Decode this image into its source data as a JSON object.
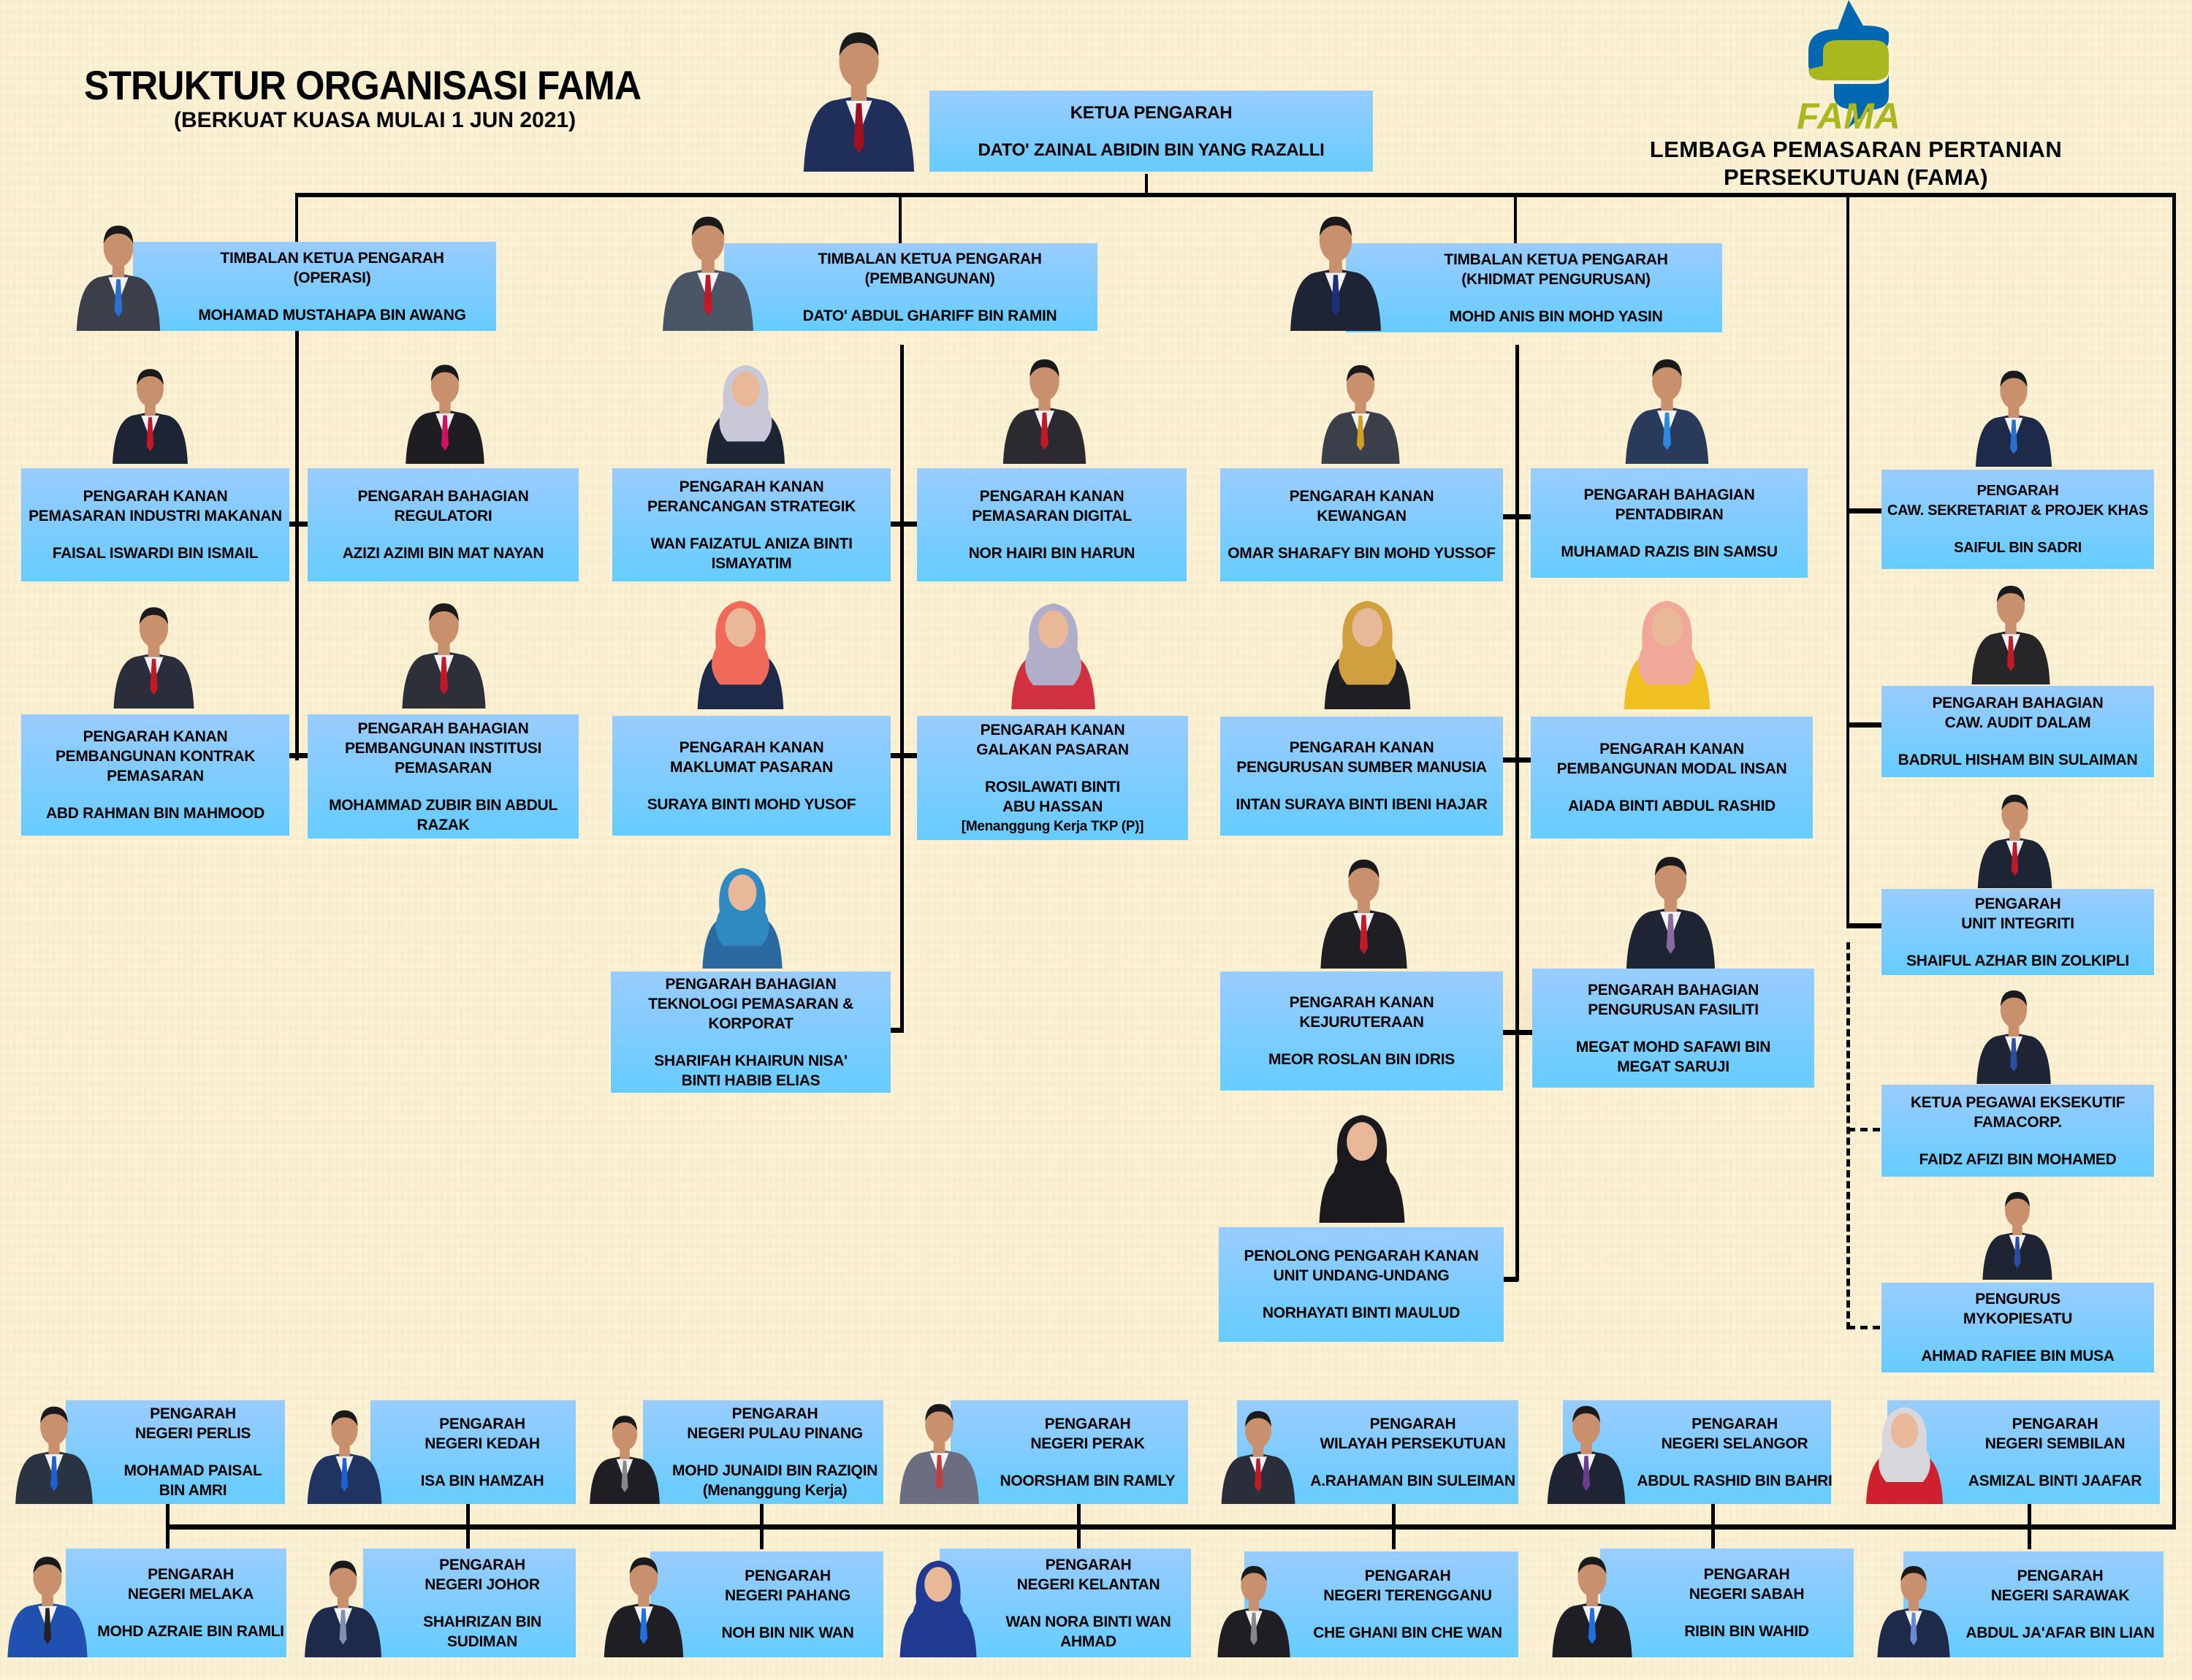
{
  "header": {
    "title": "STRUKTUR ORGANISASI FAMA",
    "subtitle": "(BERKUAT KUASA MULAI 1 JUN 2021)",
    "logo_text": "FAMA",
    "org_name_line1": "LEMBAGA PEMASARAN PERTANIAN",
    "org_name_line2": "PERSEKUTUAN (FAMA)"
  },
  "colors": {
    "box_top": "#99ccff",
    "box_bottom": "#66ccff",
    "logo_blue": "#0068b0",
    "logo_green": "#a8b81e",
    "background": "#fbefd2"
  },
  "cards": [
    {
      "id": "ketua",
      "title": [
        "KETUA PENGARAH"
      ],
      "name": [
        "DATO' ZAINAL ABIDIN BIN YANG RAZALLI"
      ]
    },
    {
      "id": "tkp-operasi",
      "title": [
        "TIMBALAN KETUA PENGARAH",
        "(OPERASI)"
      ],
      "name": [
        "MOHAMAD MUSTAHAPA BIN AWANG"
      ]
    },
    {
      "id": "tkp-pembangunan",
      "title": [
        "TIMBALAN KETUA PENGARAH",
        "(PEMBANGUNAN)"
      ],
      "name": [
        "DATO' ABDUL GHARIFF BIN RAMIN"
      ]
    },
    {
      "id": "tkp-khidmat",
      "title": [
        "TIMBALAN KETUA PENGARAH",
        "(KHIDMAT PENGURUSAN)"
      ],
      "name": [
        "MOHD ANIS BIN MOHD YASIN"
      ]
    },
    {
      "id": "pim",
      "title": [
        "PENGARAH KANAN",
        "PEMASARAN INDUSTRI MAKANAN"
      ],
      "name": [
        "FAISAL ISWARDI BIN ISMAIL"
      ]
    },
    {
      "id": "regulatori",
      "title": [
        "PENGARAH BAHAGIAN",
        "REGULATORI"
      ],
      "name": [
        "AZIZI AZIMI BIN MAT NAYAN"
      ]
    },
    {
      "id": "kontrak",
      "title": [
        "PENGARAH KANAN",
        "PEMBANGUNAN KONTRAK",
        "PEMASARAN"
      ],
      "name": [
        "ABD RAHMAN BIN MAHMOOD"
      ]
    },
    {
      "id": "institusi",
      "title": [
        "PENGARAH BAHAGIAN",
        "PEMBANGUNAN INSTITUSI",
        "PEMASARAN"
      ],
      "name": [
        "MOHAMMAD ZUBIR BIN ABDUL",
        "RAZAK"
      ]
    },
    {
      "id": "strategik",
      "title": [
        "PENGARAH KANAN",
        "PERANCANGAN STRATEGIK"
      ],
      "name": [
        "WAN FAIZATUL ANIZA BINTI",
        "ISMAYATIM"
      ]
    },
    {
      "id": "digital",
      "title": [
        "PENGARAH KANAN",
        "PEMASARAN DIGITAL"
      ],
      "name": [
        "NOR HAIRI BIN HARUN"
      ]
    },
    {
      "id": "maklumat",
      "title": [
        "PENGARAH KANAN",
        "MAKLUMAT PASARAN"
      ],
      "name": [
        "SURAYA BINTI MOHD YUSOF"
      ]
    },
    {
      "id": "galakan",
      "title": [
        "PENGARAH KANAN",
        "GALAKAN PASARAN"
      ],
      "name": [
        "ROSILAWATI BINTI",
        "ABU HASSAN"
      ],
      "note": "[Menanggung Kerja TKP (P)]"
    },
    {
      "id": "teknologi",
      "title": [
        "PENGARAH BAHAGIAN",
        "TEKNOLOGI PEMASARAN &",
        "KORPORAT"
      ],
      "name": [
        "SHARIFAH KHAIRUN NISA'",
        "BINTI HABIB ELIAS"
      ]
    },
    {
      "id": "kewangan",
      "title": [
        "PENGARAH KANAN",
        "KEWANGAN"
      ],
      "name": [
        "OMAR SHARAFY BIN MOHD YUSSOF"
      ]
    },
    {
      "id": "pentadbiran",
      "title": [
        "PENGARAH BAHAGIAN",
        "PENTADBIRAN"
      ],
      "name": [
        "MUHAMAD RAZIS BIN SAMSU"
      ]
    },
    {
      "id": "sumber-manusia",
      "title": [
        "PENGARAH KANAN",
        "PENGURUSAN SUMBER MANUSIA"
      ],
      "name": [
        "INTAN SURAYA BINTI IBENI HAJAR"
      ]
    },
    {
      "id": "modal-insan",
      "title": [
        "PENGARAH KANAN",
        "PEMBANGUNAN MODAL INSAN"
      ],
      "name": [
        "AIADA BINTI ABDUL RASHID"
      ]
    },
    {
      "id": "kejuruteraan",
      "title": [
        "PENGARAH KANAN",
        "KEJURUTERAAN"
      ],
      "name": [
        "MEOR ROSLAN BIN IDRIS"
      ]
    },
    {
      "id": "fasiliti",
      "title": [
        "PENGARAH BAHAGIAN",
        "PENGURUSAN FASILITI"
      ],
      "name": [
        "MEGAT MOHD SAFAWI BIN",
        "MEGAT SARUJI"
      ]
    },
    {
      "id": "undang",
      "title": [
        "PENOLONG PENGARAH KANAN",
        "UNIT UNDANG-UNDANG"
      ],
      "name": [
        "NORHAYATI BINTI MAULUD"
      ]
    },
    {
      "id": "sekretariat",
      "title": [
        "PENGARAH",
        "CAW. SEKRETARIAT & PROJEK KHAS"
      ],
      "name": [
        "SAIFUL BIN SADRI"
      ]
    },
    {
      "id": "audit",
      "title": [
        "PENGARAH BAHAGIAN",
        "CAW. AUDIT DALAM"
      ],
      "name": [
        "BADRUL HISHAM BIN SULAIMAN"
      ]
    },
    {
      "id": "integriti",
      "title": [
        "PENGARAH",
        "UNIT INTEGRITI"
      ],
      "name": [
        "SHAIFUL AZHAR BIN ZOLKIPLI"
      ]
    },
    {
      "id": "famacorp",
      "title": [
        "KETUA PEGAWAI EKSEKUTIF",
        "FAMACORP."
      ],
      "name": [
        "FAIDZ AFIZI BIN MOHAMED"
      ]
    },
    {
      "id": "mykopiesatu",
      "title": [
        "PENGURUS",
        "MYKOPIESATU"
      ],
      "name": [
        "AHMAD RAFIEE BIN MUSA"
      ]
    },
    {
      "id": "perlis",
      "title": [
        "PENGARAH",
        "NEGERI PERLIS"
      ],
      "name": [
        "MOHAMAD PAISAL",
        "BIN AMRI"
      ]
    },
    {
      "id": "kedah",
      "title": [
        "PENGARAH",
        "NEGERI KEDAH"
      ],
      "name": [
        "ISA BIN HAMZAH"
      ]
    },
    {
      "id": "penang",
      "title": [
        "PENGARAH",
        "NEGERI PULAU PINANG"
      ],
      "name": [
        "MOHD JUNAIDI BIN RAZIQIN",
        "(Menanggung Kerja)"
      ]
    },
    {
      "id": "perak",
      "title": [
        "PENGARAH",
        "NEGERI PERAK"
      ],
      "name": [
        "NOORSHAM BIN RAMLY"
      ]
    },
    {
      "id": "wp",
      "title": [
        "PENGARAH",
        "WILAYAH PERSEKUTUAN"
      ],
      "name": [
        "A.RAHAMAN BIN SULEIMAN"
      ]
    },
    {
      "id": "selangor",
      "title": [
        "PENGARAH",
        "NEGERI SELANGOR"
      ],
      "name": [
        "ABDUL RASHID BIN BAHRI"
      ]
    },
    {
      "id": "sembilan",
      "title": [
        "PENGARAH",
        "NEGERI SEMBILAN"
      ],
      "name": [
        "ASMIZAL BINTI JAAFAR"
      ]
    },
    {
      "id": "melaka",
      "title": [
        "PENGARAH",
        "NEGERI MELAKA"
      ],
      "name": [
        "MOHD AZRAIE BIN RAMLI"
      ]
    },
    {
      "id": "johor",
      "title": [
        "PENGARAH",
        "NEGERI JOHOR"
      ],
      "name": [
        "SHAHRIZAN BIN",
        "SUDIMAN"
      ]
    },
    {
      "id": "pahang",
      "title": [
        "PENGARAH",
        "NEGERI PAHANG"
      ],
      "name": [
        "NOH BIN NIK WAN"
      ]
    },
    {
      "id": "kelantan",
      "title": [
        "PENGARAH",
        "NEGERI KELANTAN"
      ],
      "name": [
        "WAN NORA BINTI WAN",
        "AHMAD"
      ]
    },
    {
      "id": "terengganu",
      "title": [
        "PENGARAH",
        "NEGERI TERENGGANU"
      ],
      "name": [
        "CHE GHANI BIN CHE WAN"
      ]
    },
    {
      "id": "sabah",
      "title": [
        "PENGARAH",
        "NEGERI SABAH"
      ],
      "name": [
        "RIBIN  BIN WAHID"
      ]
    },
    {
      "id": "sarawak",
      "title": [
        "PENGARAH",
        "NEGERI SARAWAK"
      ],
      "name": [
        "ABDUL JA'AFAR BIN LIAN"
      ]
    }
  ]
}
